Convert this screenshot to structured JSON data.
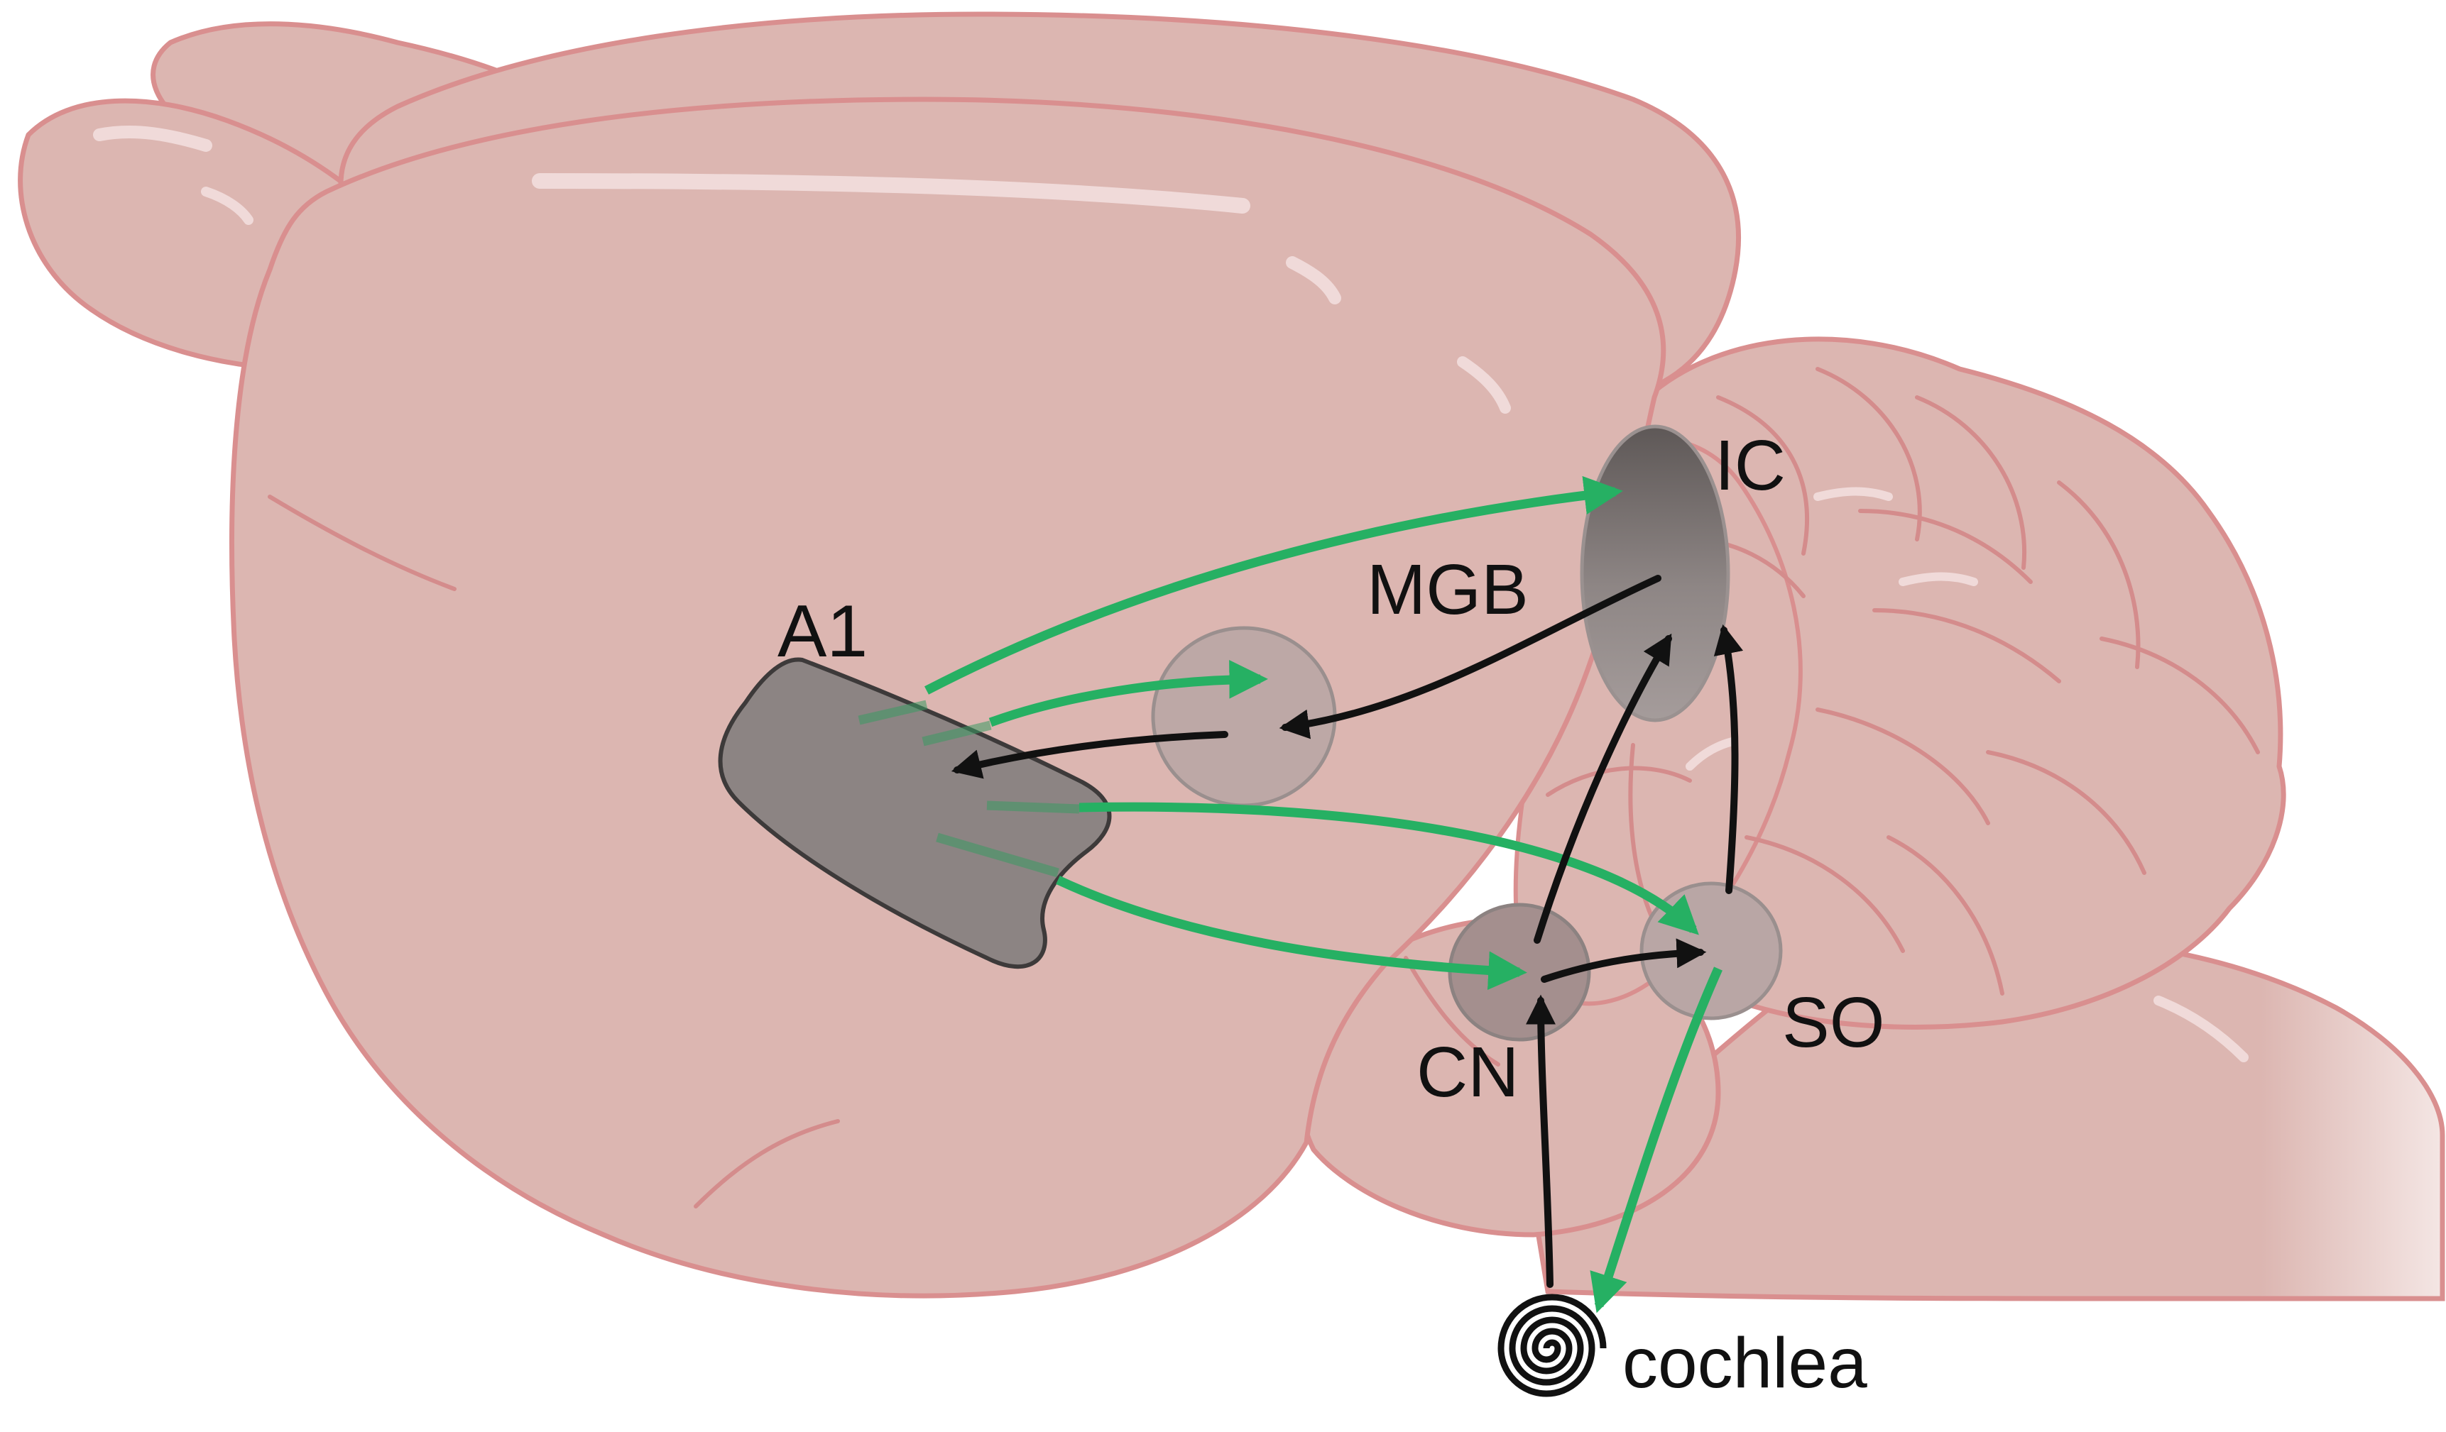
{
  "diagram": {
    "labels": {
      "a1": "A1",
      "mgb": "MGB",
      "ic": "IC",
      "cn": "CN",
      "so": "SO",
      "cochlea": "cochlea"
    },
    "colors": {
      "brain_fill": "#dcb6b1",
      "brain_outline": "#d98f8f",
      "region_dark": "#8c8483",
      "nucleus_light": "#b9a6a5",
      "descending_projection": "#26b063",
      "ascending_projection": "#111111"
    },
    "icons": {
      "cochlea": "spiral-icon"
    }
  }
}
